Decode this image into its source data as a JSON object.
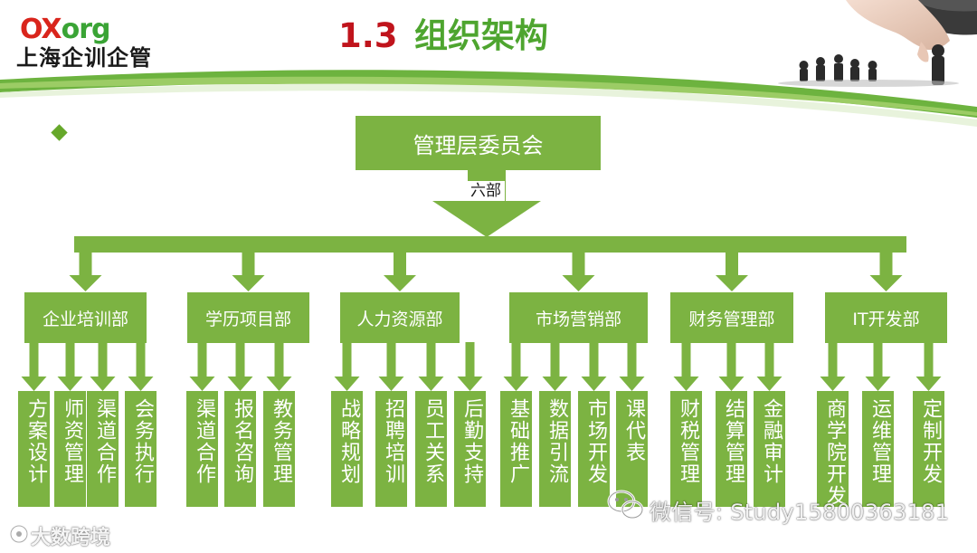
{
  "header": {
    "logo_en_a": "OX",
    "logo_en_b": "org",
    "logo_zh": "上海企训企管",
    "title_num": "1.3",
    "title_text": "组织架构"
  },
  "org": {
    "root": "管理层委员会",
    "connector_label": "六部",
    "departments": [
      {
        "name": "企业培训部",
        "units": [
          "方案设计",
          "师资管理",
          "渠道合作",
          "会务执行"
        ]
      },
      {
        "name": "学历项目部",
        "units": [
          "渠道合作",
          "报名咨询",
          "教务管理"
        ]
      },
      {
        "name": "人力资源部",
        "units": [
          "战略规划",
          "招聘培训",
          "员工关系",
          "后勤支持"
        ]
      },
      {
        "name": "市场营销部",
        "units": [
          "基础推广",
          "数据引流",
          "市场开发",
          "课代表"
        ]
      },
      {
        "name": "财务管理部",
        "units": [
          "财税管理",
          "结算管理",
          "金融审计"
        ]
      },
      {
        "name": "IT开发部",
        "units": [
          "商学院开发",
          "运维管理",
          "定制开发"
        ]
      }
    ]
  },
  "watermark": {
    "text": "微信号: Study15800363181",
    "corner_text": "大数跨境"
  },
  "colors": {
    "box_green": "#7cb342",
    "arrow_green": "#7cb342",
    "title_red": "#c0141c",
    "title_green": "#4ea52f",
    "band_green": "#6db33f"
  },
  "icons": [
    "chess-hand-image",
    "bullet-diamond-icon",
    "wechat-icon",
    "camera-icon"
  ]
}
